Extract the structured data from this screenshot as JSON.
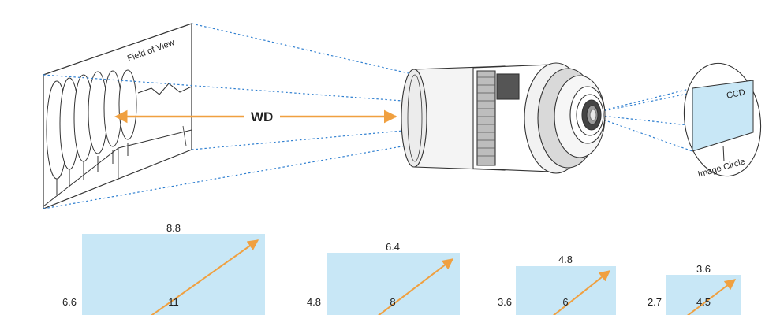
{
  "labels": {
    "field_of_view": "Field of View",
    "wd": "WD",
    "ccd": "CCD",
    "image_circle": "Image Circle"
  },
  "sensors": [
    {
      "width": "8.8",
      "height": "6.6",
      "diagonal": "11"
    },
    {
      "width": "6.4",
      "height": "4.8",
      "diagonal": "8"
    },
    {
      "width": "4.8",
      "height": "3.6",
      "diagonal": "6"
    },
    {
      "width": "3.6",
      "height": "2.7",
      "diagonal": "4.5"
    }
  ],
  "colors": {
    "sensor_fill": "#c8e7f6",
    "arrow": "#f0a040",
    "beam": "#2f7fd0",
    "outline": "#333333"
  }
}
